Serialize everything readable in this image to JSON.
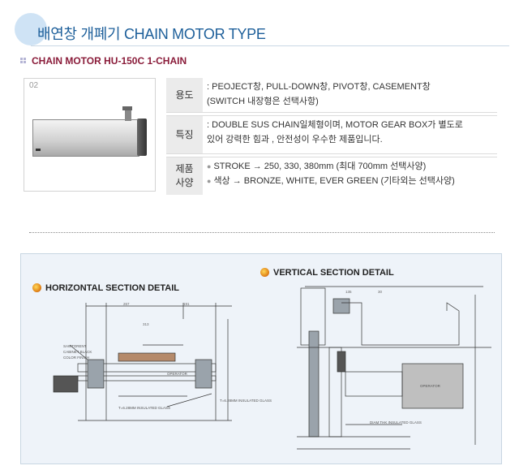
{
  "header": {
    "title": "배연창 개폐기 CHAIN MOTOR TYPE"
  },
  "subheader": {
    "title": "CHAIN MOTOR HU-150C 1-CHAIN"
  },
  "product": {
    "number": "02"
  },
  "specs": {
    "usage": {
      "label": "용도",
      "lines": [
        "PEOJECT창, PULL-DOWN창, PIVOT창, CASEMENT창",
        "(SWITCH 내장형은 선택사항)"
      ]
    },
    "feature": {
      "label": "특징",
      "lines": [
        "DOUBLE SUS CHAIN일체형이며, MOTOR GEAR BOX가 별도로",
        "있어 강력한 힘과 , 안전성이 우수한 제품입니다."
      ]
    },
    "spec": {
      "label_top": "제품",
      "label_bottom": "사양",
      "bullets": [
        "STROKE → 250, 330, 380mm (최대 700mm 선택사양)",
        "색상 → BRONZE, WHITE, EVER GREEN (기타외는 선택사양)"
      ]
    }
  },
  "drawing": {
    "horizontal_title": "HORIZONTAL SECTION DETAIL",
    "vertical_title": "VERTICAL SECTION DETAIL",
    "horizontal_notes": [
      "SAWTORENT CABINET BLACK COLOR FINISH",
      "T=6.28MM INSULATED GLASS",
      "T=6.28MM INSULATED GLASS",
      "OPERATOR"
    ],
    "vertical_notes": [
      "OPERATOR",
      "DIAM THK INSULATED GLASS"
    ]
  }
}
